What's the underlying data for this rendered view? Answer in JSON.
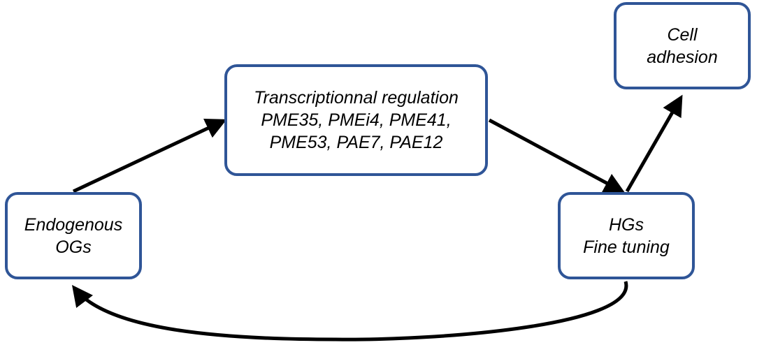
{
  "diagram": {
    "nodes": {
      "endogenous": {
        "line1": "Endogenous",
        "line2": "OGs"
      },
      "transcription": {
        "line1": "Transcriptionnal regulation",
        "line2": "PME35, PMEi4, PME41,",
        "line3": "PME53, PAE7, PAE12"
      },
      "hgs": {
        "line1": "HGs",
        "line2": "Fine tuning"
      },
      "cell": {
        "line1": "Cell",
        "line2": "adhesion"
      }
    },
    "edges": [
      {
        "from": "Endogenous OGs",
        "to": "Transcriptionnal regulation"
      },
      {
        "from": "Transcriptionnal regulation",
        "to": "HGs Fine tuning"
      },
      {
        "from": "HGs Fine tuning",
        "to": "Cell adhesion"
      },
      {
        "from": "HGs Fine tuning",
        "to": "Endogenous OGs"
      }
    ],
    "colors": {
      "box_border": "#2f5597",
      "arrow": "#000000",
      "text": "#000000"
    }
  }
}
